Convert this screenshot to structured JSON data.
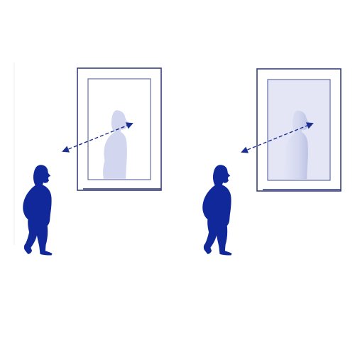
{
  "colors": {
    "figure": "#10289a",
    "arrow": "#1a2f8f",
    "frame_outer": "#2c3370",
    "frame_inner": "#4a5290",
    "reflection_plain": "#d2d6ee",
    "glass_tinted": "#e4e6f6",
    "reflection_tinted_light": "#e2e5f5",
    "reflection_tinted_dark": "#b8bee2",
    "background": "#ffffff"
  },
  "panels": [
    {
      "id": "left",
      "variant": "plain-mirror",
      "person_icon": "walking-man-silhouette",
      "reflection_icon": "man-reflection-silhouette",
      "arrow_icon": "double-headed-dashed-arrow"
    },
    {
      "id": "right",
      "variant": "tinted-mirror",
      "person_icon": "walking-man-silhouette",
      "reflection_icon": "man-reflection-silhouette",
      "arrow_icon": "double-headed-dashed-arrow"
    }
  ]
}
